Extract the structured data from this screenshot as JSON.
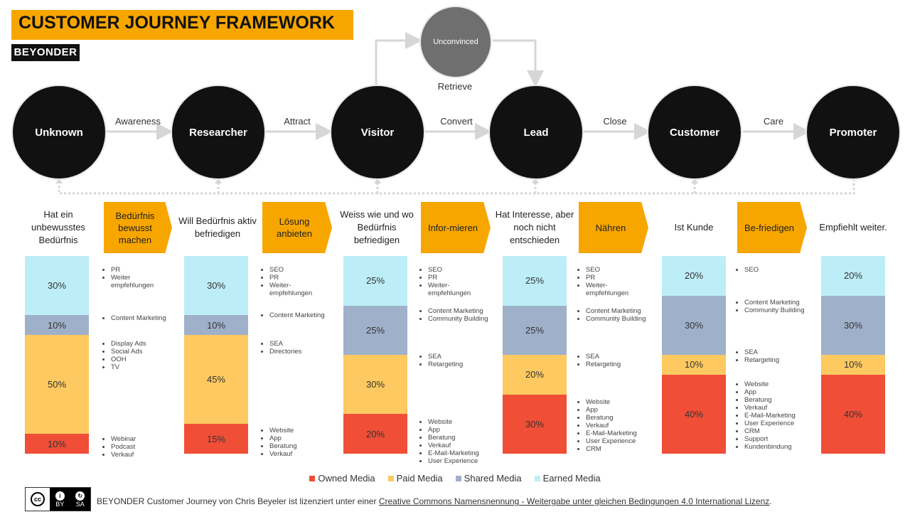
{
  "header": {
    "title": "CUSTOMER JOURNEY FRAMEWORK",
    "brand": "BEYONDER"
  },
  "stages": [
    "Unknown",
    "Researcher",
    "Visitor",
    "Lead",
    "Customer",
    "Promoter"
  ],
  "transitions": [
    "Awareness",
    "Attract",
    "Convert",
    "Close",
    "Care"
  ],
  "unconvinced": "Unconvinced",
  "retrieve": "Retrieve",
  "descriptions": [
    "Hat ein unbewusstes Bedürfnis",
    "Will Bedürfnis aktiv befriedigen",
    "Weiss wie und wo Bedürfnis befriedigen",
    "Hat Interesse, aber noch nicht entschieden",
    "Ist Kunde",
    "Empfiehlt weiter."
  ],
  "actions": [
    "Bedürfnis bewusst machen",
    "Lösung anbieten",
    "Infor-mieren",
    "Nähren",
    "Be-friedigen"
  ],
  "colors": {
    "owned": "#f04e37",
    "paid": "#fdc960",
    "shared": "#9fb1ca",
    "earned": "#bdeef8",
    "accent": "#f7a600"
  },
  "bars": [
    {
      "earned": 30,
      "shared": 10,
      "paid": 50,
      "owned": 10,
      "earned_label": "30%",
      "shared_label": "10%",
      "paid_label": "50%",
      "owned_label": "10%"
    },
    {
      "earned": 30,
      "shared": 10,
      "paid": 45,
      "owned": 15,
      "earned_label": "30%",
      "shared_label": "10%",
      "paid_label": "45%",
      "owned_label": "15%"
    },
    {
      "earned": 25,
      "shared": 25,
      "paid": 30,
      "owned": 20,
      "earned_label": "25%",
      "shared_label": "25%",
      "paid_label": "30%",
      "owned_label": "20%"
    },
    {
      "earned": 25,
      "shared": 25,
      "paid": 20,
      "owned": 30,
      "earned_label": "25%",
      "shared_label": "25%",
      "paid_label": "20%",
      "owned_label": "30%"
    },
    {
      "earned": 20,
      "shared": 30,
      "paid": 10,
      "owned": 40,
      "earned_label": "20%",
      "shared_label": "30%",
      "paid_label": "10%",
      "owned_label": "40%"
    },
    {
      "earned": 20,
      "shared": 30,
      "paid": 10,
      "owned": 40,
      "earned_label": "20%",
      "shared_label": "30%",
      "paid_label": "10%",
      "owned_label": "40%"
    }
  ],
  "tactics": [
    [
      [
        "PR",
        "Weiter empfehlungen"
      ],
      [
        "Content Marketing"
      ],
      [
        "Display Ads",
        "Social Ads",
        "OOH",
        "TV"
      ],
      [
        "Webinar",
        "Podcast",
        "Verkauf"
      ]
    ],
    [
      [
        "SEO",
        "PR",
        "Weiter-empfehlungen"
      ],
      [
        "Content Marketing"
      ],
      [
        "SEA",
        "Directories"
      ],
      [
        "Website",
        "App",
        "Beratung",
        "Verkauf"
      ]
    ],
    [
      [
        "SEO",
        "PR",
        "Weiter-empfehlungen"
      ],
      [
        "Content Marketing",
        "Community Building"
      ],
      [
        "SEA",
        "Retargeting"
      ],
      [
        "Website",
        "App",
        "Beratung",
        "Verkauf",
        "E-Mail-Marketing",
        "User Experience"
      ]
    ],
    [
      [
        "SEO",
        "PR",
        "Weiter-empfehlungen"
      ],
      [
        "Content Marketing",
        "Community Building"
      ],
      [
        "SEA",
        "Retargeting"
      ],
      [
        "Website",
        "App",
        "Beratung",
        "Verkauf",
        "E-Mail-Marketing",
        "User Experience",
        "CRM"
      ]
    ],
    [
      [
        "SEO"
      ],
      [
        "Content Marketing",
        "Community Building"
      ],
      [
        "SEA",
        "Retargeting"
      ],
      [
        "Website",
        "App",
        "Beratung",
        "Verkauf",
        "E-Mail-Marketing",
        "User Experience",
        "CRM",
        "Support",
        "Kundenbindung"
      ]
    ]
  ],
  "legend": [
    "Owned Media",
    "Paid Media",
    "Shared Media",
    "Earned Media"
  ],
  "footer": {
    "license_icon": "cc-by-sa-icon",
    "cc_by": "BY",
    "cc_sa": "SA",
    "text": "BEYONDER Customer Journey von Chris Beyeler ist lizenziert  unter einer",
    "link": "Creative Commons Namensnennung - Weitergabe unter gleichen Bedingungen  4.0 International Lizenz",
    "end": "."
  }
}
